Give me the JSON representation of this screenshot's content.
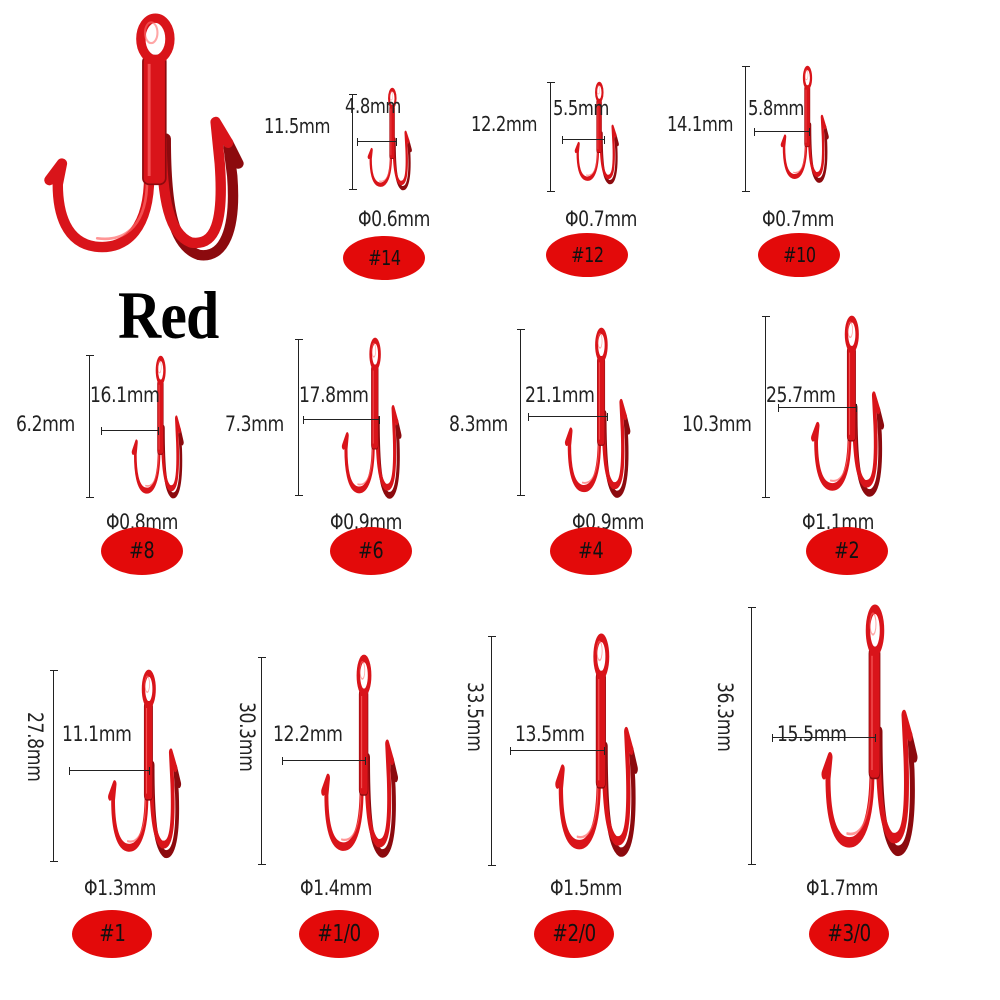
{
  "product": {
    "color_label": "Red",
    "hook_color": "#d9141a",
    "hook_highlight": "#ff6a6a",
    "hook_shadow": "#8c0a0e",
    "badge_color": "#e30a0a",
    "hook_icon": "treble-hook-icon"
  },
  "sizes": [
    {
      "size": "#14",
      "height": "11.5mm",
      "gap": "4.8mm",
      "wire": "Φ0.6mm"
    },
    {
      "size": "#12",
      "height": "12.2mm",
      "gap": "5.5mm",
      "wire": "Φ0.7mm"
    },
    {
      "size": "#10",
      "height": "14.1mm",
      "gap": "5.8mm",
      "wire": "Φ0.7mm"
    },
    {
      "size": "#8",
      "height": "6.2mm",
      "gap": "16.1mm",
      "wire": "Φ0.8mm"
    },
    {
      "size": "#6",
      "height": "7.3mm",
      "gap": "17.8mm",
      "wire": "Φ0.9mm"
    },
    {
      "size": "#4",
      "height": "8.3mm",
      "gap": "21.1mm",
      "wire": "Φ0.9mm"
    },
    {
      "size": "#2",
      "height": "10.3mm",
      "gap": "25.7mm",
      "wire": "Φ1.1mm"
    },
    {
      "size": "#1",
      "height": "27.8mm",
      "gap": "11.1mm",
      "wire": "Φ1.3mm"
    },
    {
      "size": "#1/0",
      "height": "30.3mm",
      "gap": "12.2mm",
      "wire": "Φ1.4mm"
    },
    {
      "size": "#2/0",
      "height": "33.5mm",
      "gap": "13.5mm",
      "wire": "Φ1.5mm"
    },
    {
      "size": "#3/0",
      "height": "36.3mm",
      "gap": "15.5mm",
      "wire": "Φ1.7mm"
    }
  ]
}
